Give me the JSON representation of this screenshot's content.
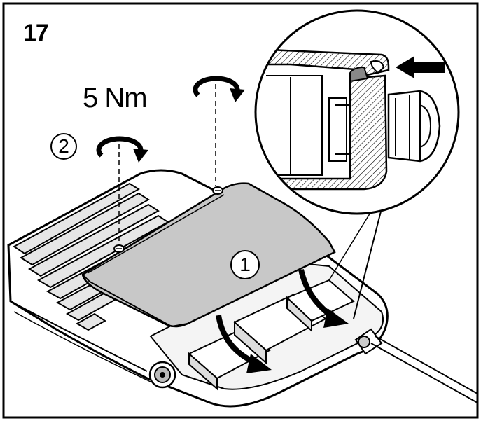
{
  "step": {
    "number": "17"
  },
  "torque": {
    "label": "5 Nm"
  },
  "markers": [
    {
      "id": "1",
      "label": "1"
    },
    {
      "id": "2",
      "label": "2"
    }
  ],
  "icons": [
    "rotation-arrow-icon",
    "push-arrow-icon",
    "swing-down-arrow-icon",
    "screw-icon",
    "cable-gland-icon"
  ],
  "colors": {
    "lines": "#000000",
    "cover_fill": "#c8c8c8",
    "background": "#ffffff"
  }
}
